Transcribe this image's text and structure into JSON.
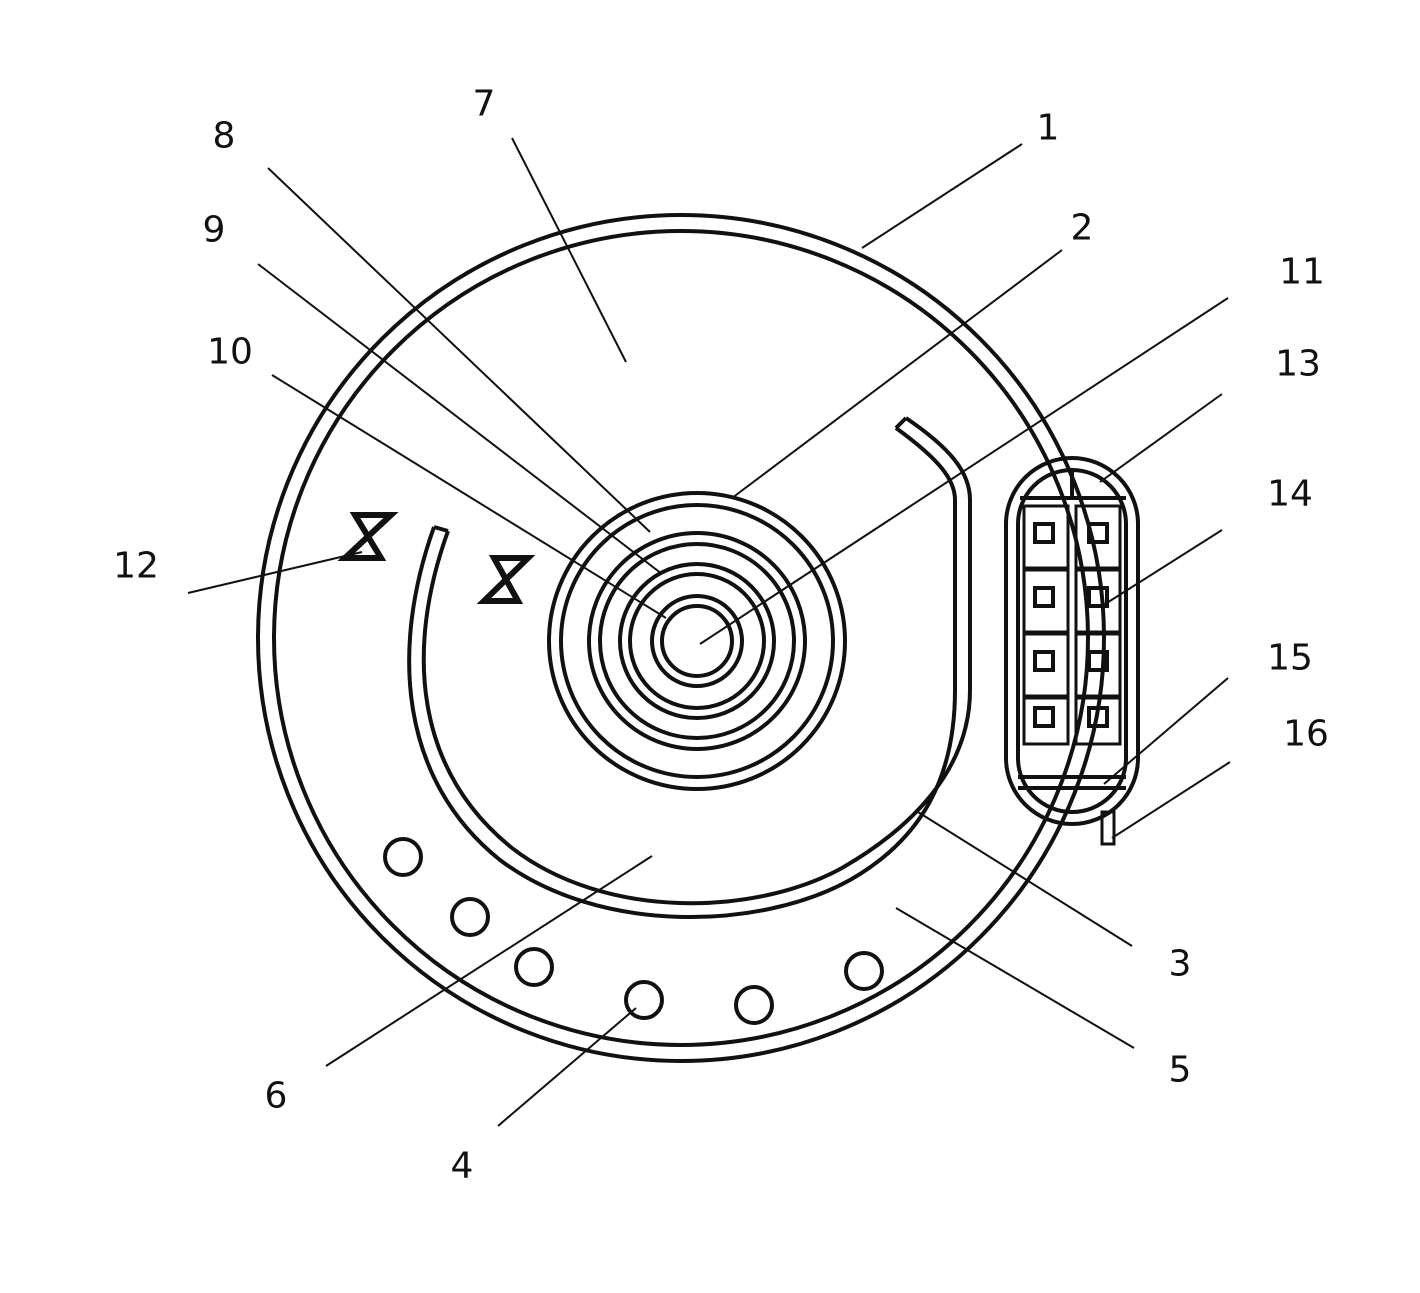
{
  "diagram": {
    "ink_color": "#111111",
    "background": "#ffffff",
    "labels": {
      "l1": "1",
      "l2": "2",
      "l3": "3",
      "l4": "4",
      "l5": "5",
      "l6": "6",
      "l7": "7",
      "l8": "8",
      "l9": "9",
      "l10": "10",
      "l11": "11",
      "l12": "12",
      "l13": "13",
      "l14": "14",
      "l15": "15",
      "l16": "16"
    }
  }
}
